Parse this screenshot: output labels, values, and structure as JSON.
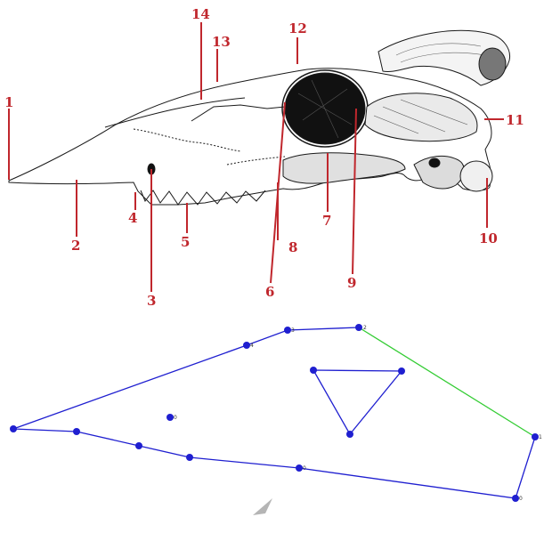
{
  "colors": {
    "label_red": "#c0272d",
    "bone_outline": "#1a1a1a",
    "graph_blue": "#1f1fd0",
    "graph_green": "#33cc33",
    "marker_gray": "#b5b5b5"
  },
  "skull_labels": [
    "1",
    "2",
    "3",
    "4",
    "5",
    "6",
    "7",
    "8",
    "9",
    "10",
    "11",
    "12",
    "13",
    "14"
  ],
  "graph_node_labels": [
    "0",
    "1",
    "2",
    "3",
    "4"
  ]
}
